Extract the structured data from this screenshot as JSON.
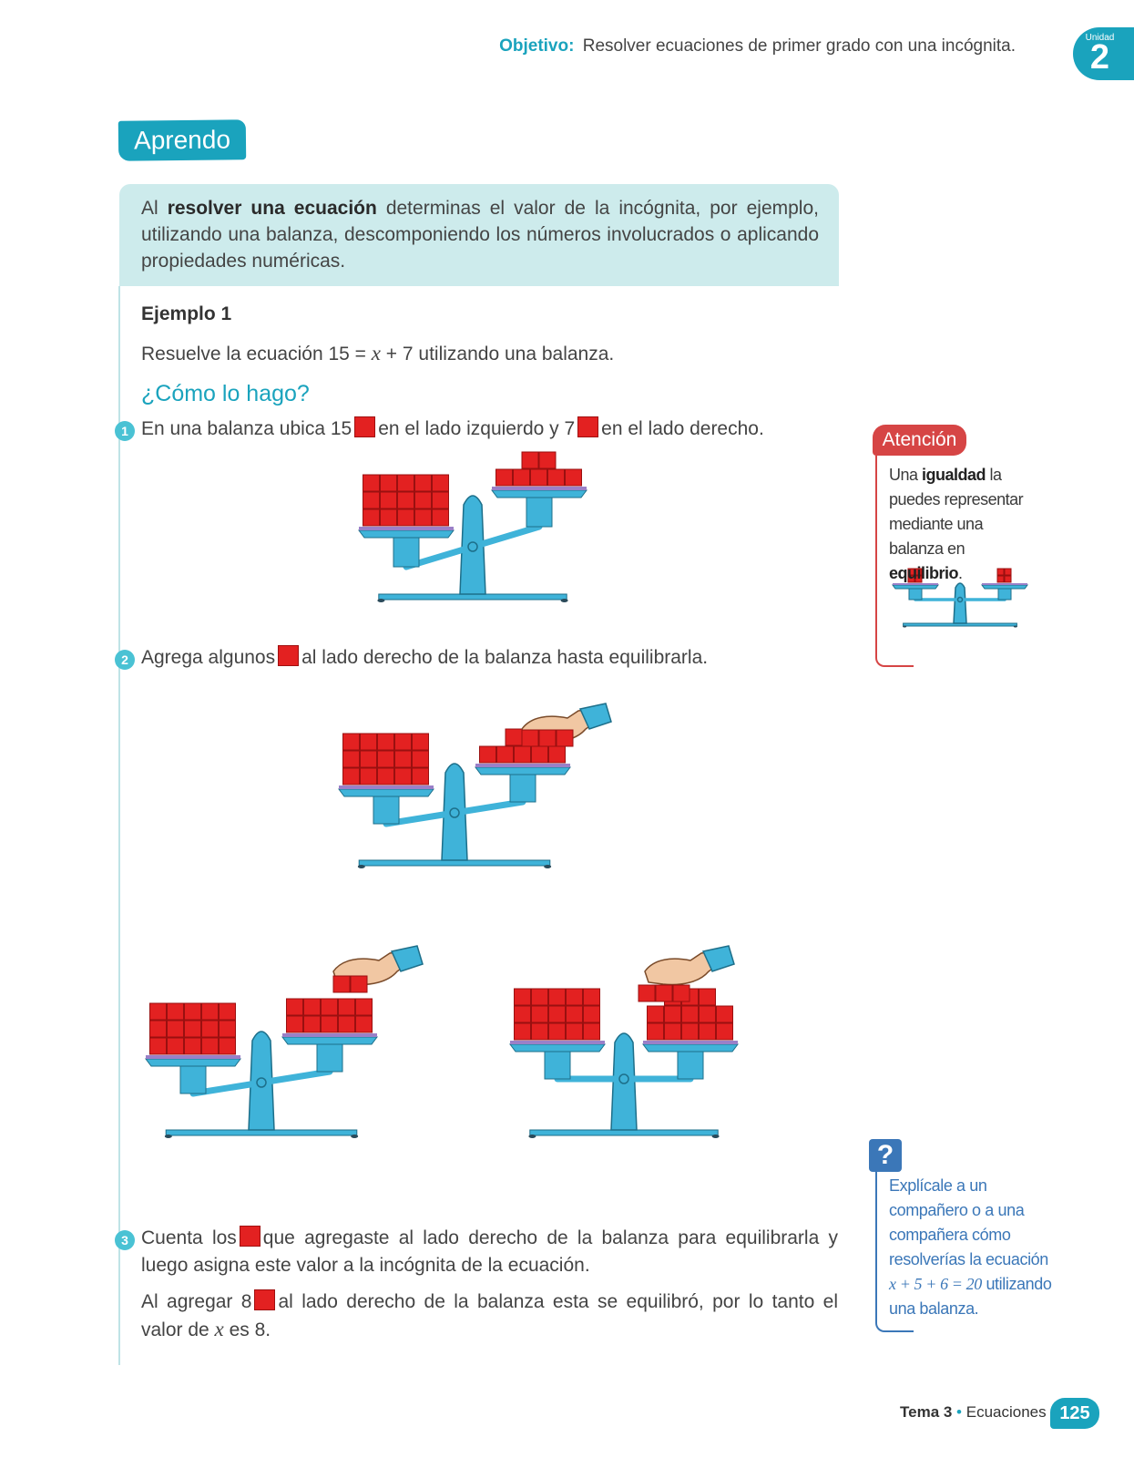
{
  "header": {
    "objective_label": "Objetivo:",
    "objective_text": "Resolver ecuaciones de primer grado con una incógnita.",
    "unit_label": "Unidad",
    "unit_number": "2"
  },
  "section_title": "Aprendo",
  "definition": {
    "prefix": "Al ",
    "bold": "resolver una ecuación",
    "rest": " determinas el valor de la incógnita, por ejemplo, utilizando una balanza, descomponiendo los números involucrados o aplicando propiedades numéricas."
  },
  "example": {
    "title": "Ejemplo 1",
    "text_before": "Resuelve la ecuación 15 = ",
    "text_var": "x",
    "text_after": " + 7 utilizando una balanza.",
    "how_title": "¿Cómo lo hago?"
  },
  "steps": [
    {
      "number": "1",
      "a": "En una balanza ubica 15",
      "b": "en el lado izquierdo y 7",
      "c": "en el lado derecho."
    },
    {
      "number": "2",
      "a": "Agrega algunos",
      "b": "al lado derecho de la balanza hasta equilibrarla."
    },
    {
      "number": "3",
      "a": "Cuenta los",
      "b": "que agregaste al lado derecho de la balanza para equilibrarla y luego asigna este valor a la incógnita de la ecuación."
    }
  ],
  "conclusion": {
    "a": "Al agregar 8",
    "b": "al lado derecho de la balanza esta se equilibró, por lo tanto el valor de ",
    "var": "x",
    "c": " es 8."
  },
  "attention": {
    "label": "Atención",
    "t1": "Una ",
    "b1": "igualdad",
    "t2": " la puedes representar mediante una balanza en ",
    "b2": "equilibrio",
    "t3": "."
  },
  "question": {
    "icon": "?",
    "t1": "Explícale a un compañero o a una compañera cómo resolverías la ecuación ",
    "eq": "x + 5 + 6 = 20",
    "t2": " utilizando una balanza."
  },
  "footer": {
    "tema": "Tema 3",
    "dot": " • ",
    "name": "Ecuaciones",
    "page": "125"
  },
  "colors": {
    "accent": "#1aa3bd",
    "cube": "#e32121",
    "scale": "#3fb3d9",
    "attention": "#d64545",
    "question": "#3b77b8"
  },
  "icons": [
    "question-icon",
    "hand-icon",
    "red-cube-icon"
  ]
}
